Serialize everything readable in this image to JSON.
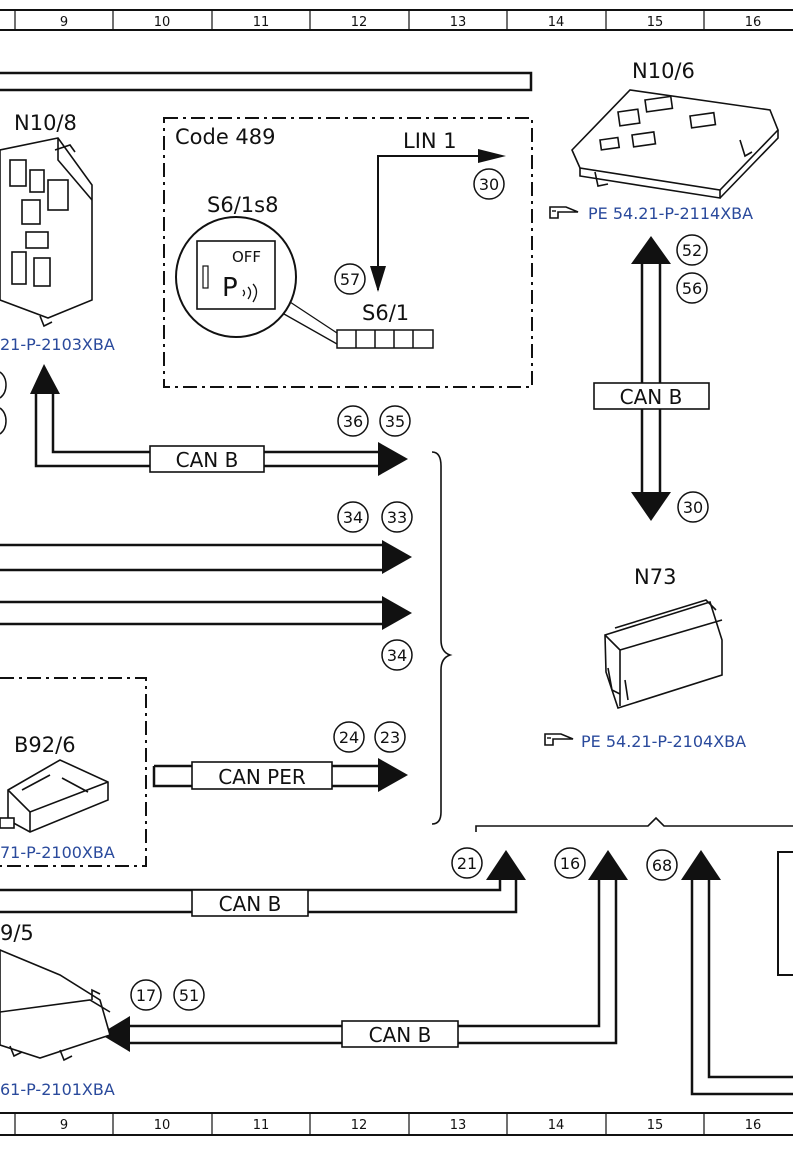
{
  "ruler": {
    "columns": [
      "9",
      "10",
      "11",
      "12",
      "13",
      "14",
      "15",
      "16"
    ]
  },
  "components": {
    "n10_8": {
      "label": "N10/8",
      "ref": "21-P-2103XBA"
    },
    "n10_6": {
      "label": "N10/6",
      "ref": "PE 54.21-P-2114XBA"
    },
    "n73": {
      "label": "N73",
      "ref": "PE 54.21-P-2104XBA"
    },
    "b92_6": {
      "label": "B92/6",
      "ref": "71-P-2100XBA"
    },
    "bottom_left": {
      "label": "9/5",
      "ref": "61-P-2101XBA"
    },
    "s6_1s8": {
      "label": "S6/1s8",
      "switch_text": "OFF",
      "switch_symbol": "P"
    },
    "s6_1": {
      "label": "S6/1"
    }
  },
  "code_box": {
    "label": "Code 489",
    "lin_label": "LIN 1"
  },
  "bus_labels": {
    "can_b_n10_8": "CAN B",
    "can_b_vertical": "CAN B",
    "can_per": "CAN PER",
    "can_b_lower": "CAN B",
    "can_b_bottom": "CAN B"
  },
  "circled_numbers": {
    "lin_out": "30",
    "lin_in": "57",
    "n10_6_a": "52",
    "n10_6_b": "56",
    "n73_bus": "30",
    "can_b_a": "36",
    "can_b_b": "35",
    "row2_a": "34",
    "row2_b": "33",
    "row3": "34",
    "can_per_a": "24",
    "can_per_b": "23",
    "up_21": "21",
    "up_16": "16",
    "up_68": "68",
    "left_a": "17",
    "left_b": "51"
  },
  "icons": {
    "ref_hand": "pointing-hand-icon"
  },
  "colors": {
    "line": "#111111",
    "reference_text": "#2a4a9c"
  }
}
